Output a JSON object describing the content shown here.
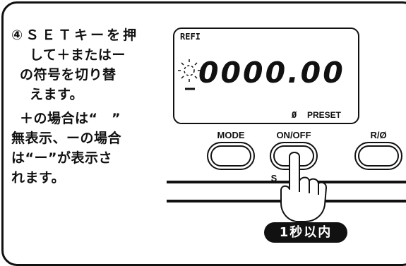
{
  "instructions": {
    "step_line1": "④ＳＥＴキーを押",
    "step_line2": "して＋またはー",
    "step_line3": "の符号を切り替",
    "step_line4": "えます。",
    "note_line1": "＋の場合は“　”",
    "note_line2": "無表示、ーの場合",
    "note_line3": "は“ー”が表示さ",
    "note_line4": "れます。"
  },
  "display": {
    "mode_label": "REFI",
    "reading": "0000.00",
    "zero_symbol": "Ø",
    "preset_label": "PRESET"
  },
  "buttons": {
    "mode": "MODE",
    "onoff": "ON/OFF",
    "r_zero": "R/Ø",
    "set_partial": "S"
  },
  "timing_badge": "1秒以内",
  "colors": {
    "ink": "#111111",
    "background": "#ffffff"
  },
  "icons": [
    "press-hand-icon",
    "blink-sign-icon"
  ]
}
